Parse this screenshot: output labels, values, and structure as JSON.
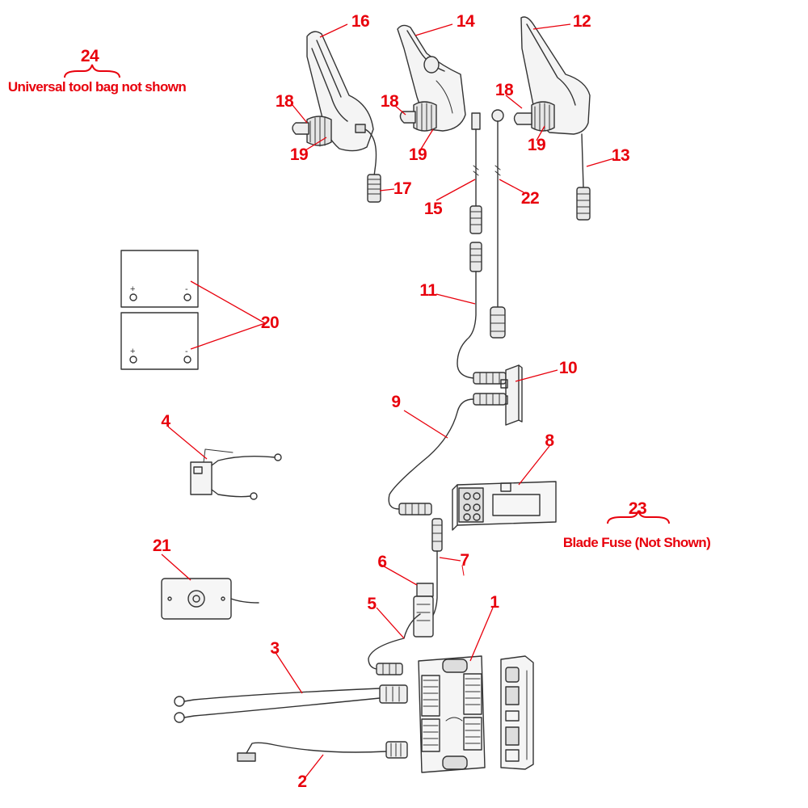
{
  "diagram": {
    "callouts": {
      "c1": "1",
      "c2": "2",
      "c3": "3",
      "c4": "4",
      "c5": "5",
      "c6": "6",
      "c7": "7",
      "c8": "8",
      "c9": "9",
      "c10": "10",
      "c11": "11",
      "c12": "12",
      "c13": "13",
      "c14": "14",
      "c15": "15",
      "c16": "16",
      "c17": "17",
      "c18a": "18",
      "c18b": "18",
      "c18c": "18",
      "c19a": "19",
      "c19b": "19",
      "c19c": "19",
      "c20": "20",
      "c21": "21",
      "c22": "22",
      "c23": "23",
      "c24": "24"
    },
    "notes": {
      "tool_bag": "Universal tool bag not shown",
      "blade_fuse": "Blade Fuse (Not Shown)"
    },
    "battery_terminals": {
      "plus": "+",
      "minus": "-"
    },
    "colors": {
      "callout": "#e8000c",
      "line_art": "#333333"
    }
  }
}
